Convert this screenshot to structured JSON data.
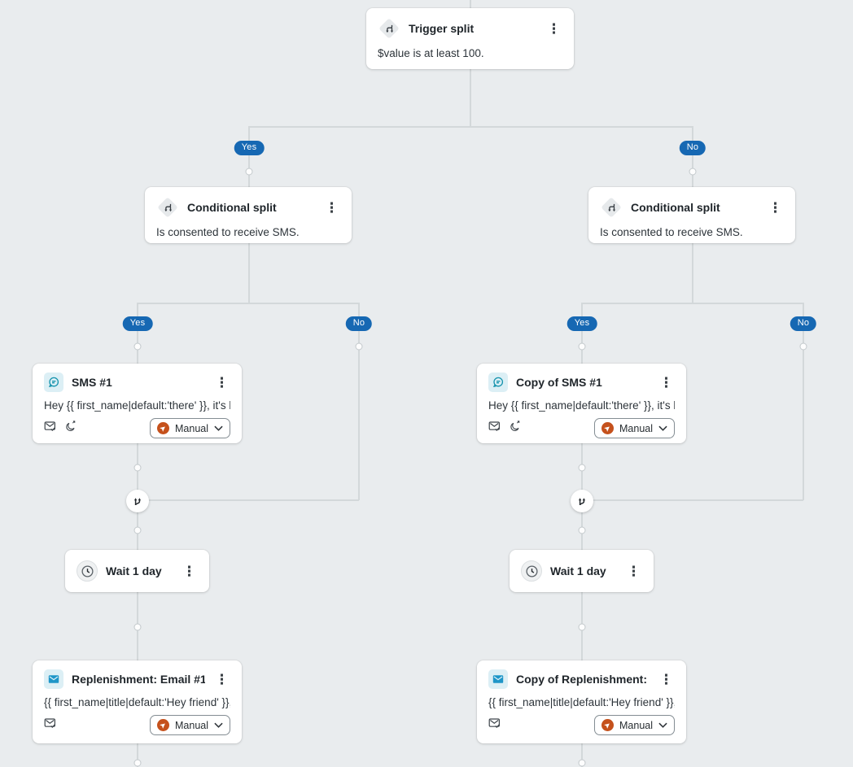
{
  "colors": {
    "canvas_bg": "#e9ecee",
    "connector_line": "#d3d8da",
    "branch_badge_blue": "#1668b3",
    "manual_status_orange": "#c5511c",
    "sms_icon_teal": "#1593ad",
    "email_icon_blue": "#1e96c8",
    "node_icon_bg": "#dceff5"
  },
  "branch_labels": {
    "yes": "Yes",
    "no": "No"
  },
  "icons": {
    "trigger_split": "split-diamond-icon",
    "conditional_split": "split-diamond-icon",
    "merge": "merge-paths-icon",
    "wait": "clock-icon",
    "sms": "chat-bubble-icon",
    "email": "envelope-icon",
    "menu": "kebab-menu-icon",
    "status_send": "paper-plane-icon",
    "footer_delivery": "envelope-check-icon",
    "footer_quiet_hours": "crescent-moon-icon",
    "dropdown": "chevron-down-icon"
  },
  "nodes": {
    "trigger_split": {
      "title": "Trigger split",
      "description": "$value is at least 100."
    },
    "conditional_split_left": {
      "title": "Conditional split",
      "description": "Is consented to receive SMS."
    },
    "conditional_split_right": {
      "title": "Conditional split",
      "description": "Is consented to receive SMS."
    },
    "sms_left": {
      "title": "SMS #1",
      "preview": "Hey {{ first_name|default:'there' }}, it's be...",
      "status_label": "Manual"
    },
    "sms_right": {
      "title": "Copy of SMS #1",
      "preview": "Hey {{ first_name|default:'there' }}, it's be...",
      "status_label": "Manual"
    },
    "wait_left": {
      "title": "Wait 1 day"
    },
    "wait_right": {
      "title": "Wait 1 day"
    },
    "email_left": {
      "title": "Replenishment: Email #1",
      "preview": "{{ first_name|title|default:'Hey friend' }}, r...",
      "status_label": "Manual"
    },
    "email_right": {
      "title": "Copy of Replenishment: Em...",
      "preview": "{{ first_name|title|default:'Hey friend' }}, r...",
      "status_label": "Manual"
    }
  }
}
